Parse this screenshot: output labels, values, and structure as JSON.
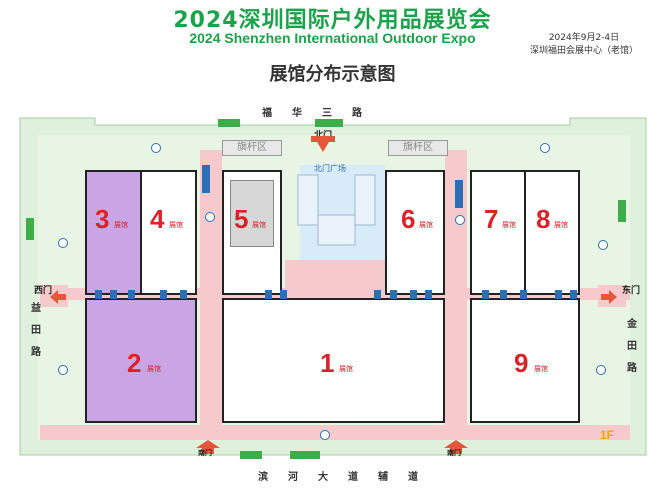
{
  "header": {
    "title_cn": "2024深圳国际户外用品展览会",
    "title_en": "2024 Shenzhen International Outdoor Expo",
    "date": "2024年9月2-4日",
    "venue": "深圳福田会展中心（老馆）",
    "map_title": "展馆分布示意图"
  },
  "roads": {
    "north": "福华三路",
    "south": "滨河大道辅道",
    "west": "益田路",
    "east": "金田路"
  },
  "gates": {
    "north": "北门",
    "south": "南门",
    "south2": "南门",
    "west": "西门",
    "east": "东门",
    "north_plaza": "北门广场"
  },
  "flag_zones": [
    "旗杆区",
    "旗杆区"
  ],
  "halls": [
    {
      "num": "1",
      "label": "展馆"
    },
    {
      "num": "2",
      "label": "展馆"
    },
    {
      "num": "3",
      "label": "展馆"
    },
    {
      "num": "4",
      "label": "展馆"
    },
    {
      "num": "5",
      "label": "展馆"
    },
    {
      "num": "6",
      "label": "展馆"
    },
    {
      "num": "7",
      "label": "展馆"
    },
    {
      "num": "8",
      "label": "展馆"
    },
    {
      "num": "9",
      "label": "展馆"
    }
  ],
  "floor_mark": "1F",
  "colors": {
    "accent_green": "#1aa34a",
    "hall_red": "#d9232a",
    "hall2_3_fill": "#c9a5e6",
    "road_pink": "#f6c9cc",
    "ground_green": "#dff0dc",
    "plaza_blue": "#d8ebf8"
  }
}
